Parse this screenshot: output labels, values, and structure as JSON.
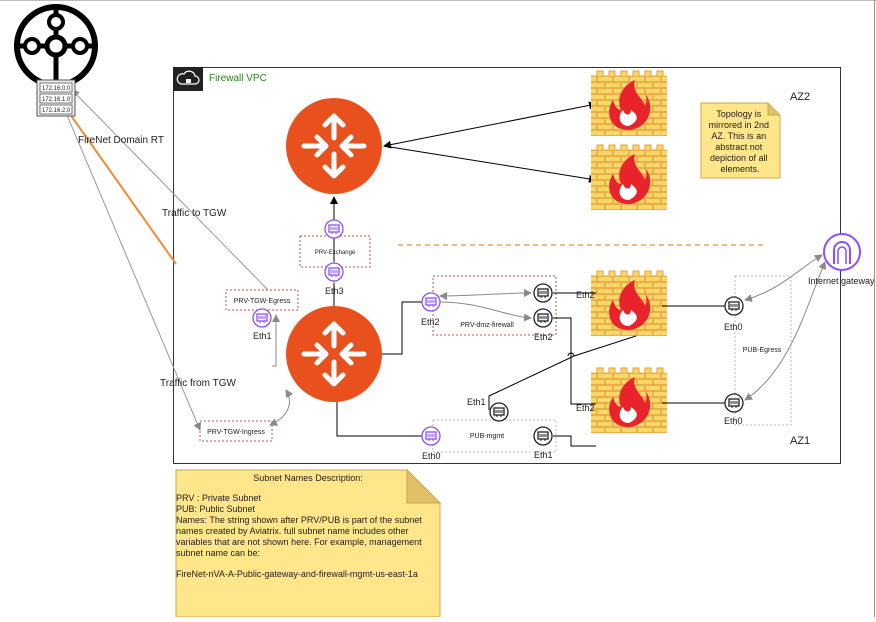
{
  "vpc": {
    "title": "Firewall VPC"
  },
  "tgw": {
    "routes": [
      "172.16.0.0",
      "172.16.1.0",
      "172.16.2.0"
    ]
  },
  "labels": {
    "domain_rt": "FireNet Domain RT",
    "traffic_to": "Traffic to TGW",
    "traffic_from": "Traffic from TGW",
    "az2": "AZ2",
    "az1": "AZ1",
    "internet_gateway": "Internet gateway"
  },
  "subnets": {
    "exchange": "PRV-Exchange",
    "tgw_egress": "PRV-TGW-Egress",
    "tgw_ingress": "PRV-TGW-Ingress",
    "dmz": "PRV-dmz-firewall",
    "pub_mgmt": "PUB-mgmt",
    "pub_egress": "PUB-Egress"
  },
  "eth": {
    "eth3": "Eth3",
    "eth1_tgw": "Eth1",
    "eth2_gw": "Eth2",
    "eth0_gw": "Eth0",
    "eth2_fw1a": "Eth2",
    "eth2_fw1b": "Eth2",
    "eth2_fw2": "Eth2",
    "eth0_fw1": "Eth0",
    "eth0_fw2": "Eth0",
    "eth1_mgmt": "Eth1",
    "eth1_mgmt2": "Eth1"
  },
  "note": {
    "lines": [
      "Topology is",
      "mirrored in 2nd",
      "AZ. This is an",
      "abstract not",
      "depiction of all",
      "elements."
    ]
  },
  "desc": {
    "title": "Subnet Names Description:",
    "lines": [
      "PRV : Private Subnet",
      "PUB: Public Subnet",
      "Names: The string shown after PRV/PUB  is part of the subnet",
      "names created by Aviatrix. full subnet name includes other",
      "variables that are not shown here. For example, management",
      "subnet name can be:",
      "",
      "FireNet-nVA-A-Public-gateway-and-firewall-mgmt-us-east-1a"
    ]
  },
  "colors": {
    "router": "#e8511e",
    "firewall": "#f7d66a",
    "brick": "#e6a23c",
    "flame": "#e8232b",
    "vpc_title": "#248814",
    "eni": "#8c4fff",
    "note_bg": "#ffe68a",
    "dashed_az": "#f08c32",
    "tgw_line": "#f08c32"
  },
  "icons": [
    "transit-gateway-icon",
    "router-icon",
    "firewall-icon",
    "internet-gateway-icon",
    "network-interface-icon",
    "cloud-lock-icon",
    "dot-icon"
  ]
}
